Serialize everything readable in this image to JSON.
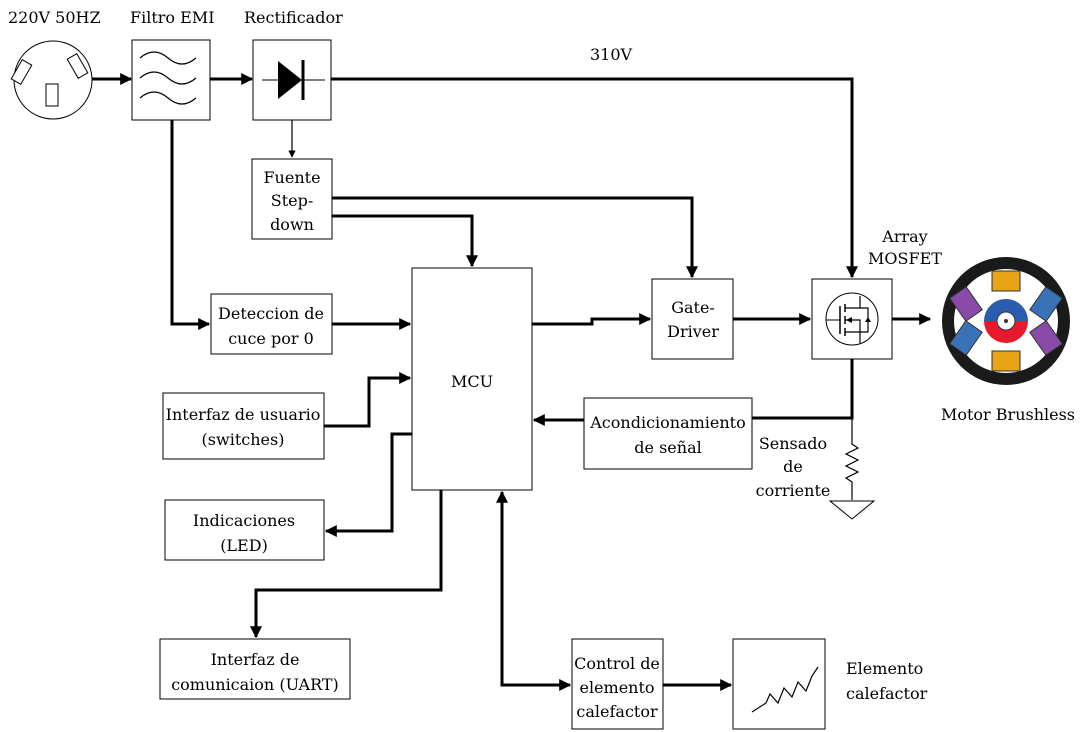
{
  "labels": {
    "source": "220V 50HZ",
    "emi": "Filtro EMI",
    "rectifier": "Rectificador",
    "voltage": "310V",
    "array_line1": "Array",
    "array_line2": "MOSFET",
    "motor": "Motor Brushless",
    "sense_line1": "Sensado",
    "sense_line2": "de",
    "sense_line3": "corriente",
    "heater_line1": "Elemento",
    "heater_line2": "calefactor"
  },
  "blocks": {
    "stepdown": [
      "Fuente",
      "Step-",
      "down"
    ],
    "zero_cross": [
      "Deteccion de",
      "cuce por 0"
    ],
    "mcu": "MCU",
    "gate_driver": [
      "Gate-",
      "Driver"
    ],
    "user_interface": [
      "Interfaz de usuario",
      "(switches)"
    ],
    "signal_cond": [
      "Acondicionamiento",
      "de señal"
    ],
    "indicators": [
      "Indicaciones",
      "(LED)"
    ],
    "comm_interface": [
      "Interfaz de",
      "comunicaion (UART)"
    ],
    "heater_control": [
      "Control de",
      "elemento",
      "calefactor"
    ]
  },
  "icons": {
    "outlet": "power-outlet-icon",
    "emi_filter": "emi-filter-icon",
    "diode": "diode-icon",
    "mosfet": "mosfet-icon",
    "motor": "brushless-motor-icon",
    "resistor": "resistor-icon",
    "ground": "ground-icon",
    "heater": "heater-resistor-icon"
  },
  "colors": {
    "rotor_red": "#e8192c",
    "rotor_blue": "#2a5db0",
    "coil_gold": "#e8a317",
    "coil_blue": "#3a72b8",
    "coil_purple": "#8a4aa8"
  }
}
